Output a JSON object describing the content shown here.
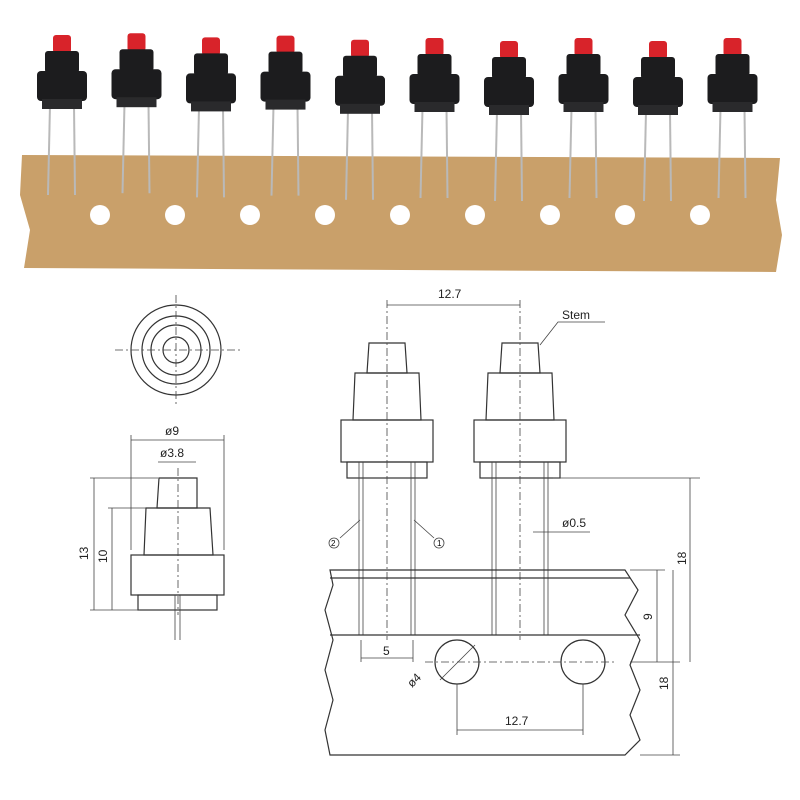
{
  "photo": {
    "switch_count": 10,
    "colors": {
      "cap": "#d8232a",
      "body": "#1c1c1e",
      "tape": "#c9a06a",
      "lead": "#b9b9b9"
    }
  },
  "drawing": {
    "side_view": {
      "outer_diameter": "ø9",
      "stem_diameter": "ø3.8",
      "total_height": "13",
      "body_height": "10"
    },
    "front_view": {
      "pitch_top": "12.7",
      "stem_label": "Stem",
      "pin_1": "1",
      "pin_2": "2",
      "lead_diameter": "ø0.5",
      "lead_length": "18",
      "tape_offset": "9",
      "tape_width": "18",
      "lead_spacing": "5",
      "hole_diameter": "ø4",
      "pitch_bottom": "12.7"
    }
  }
}
